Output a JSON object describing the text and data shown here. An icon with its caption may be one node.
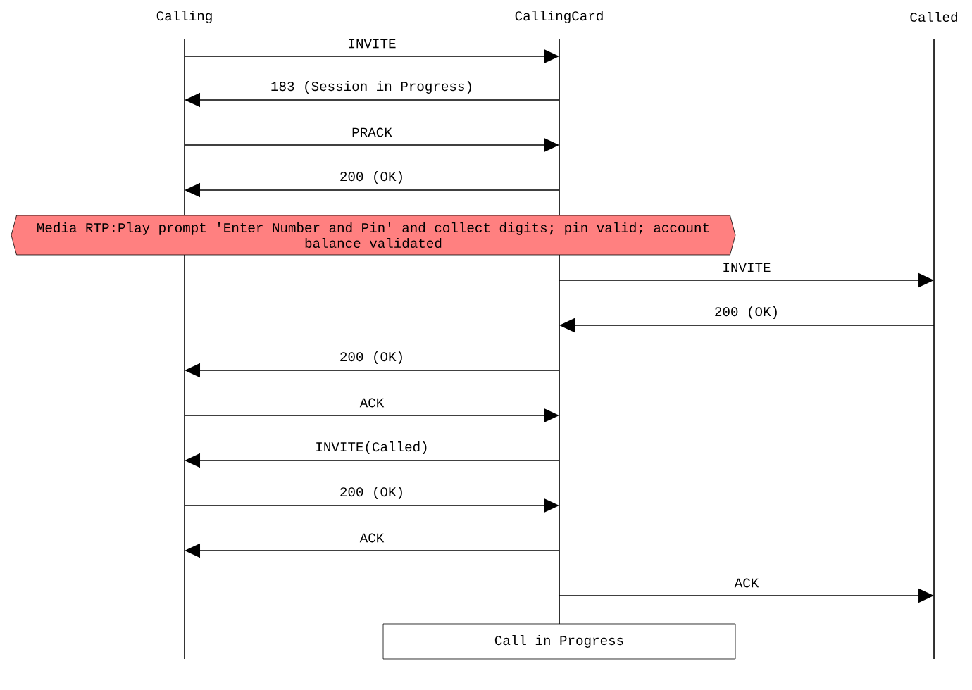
{
  "diagram": {
    "nodes": [
      {
        "text": [
          "Calling"
        ]
      },
      {
        "text": [
          "CallingCard"
        ]
      },
      {
        "text": [
          "Called"
        ]
      },
      {
        "text": [
          "Media RTP:Play prompt 'Enter Number and Pin' and collect digits; pin valid; account balance validated"
        ]
      },
      {
        "text": [
          "Call in Progress"
        ]
      }
    ],
    "edges": [
      {
        "from": 0,
        "to": 1,
        "arrow": "to",
        "label": "INVITE"
      },
      {
        "from": 1,
        "to": 0,
        "arrow": "to",
        "label": "183 (Session in Progress)"
      },
      {
        "from": 0,
        "to": 1,
        "arrow": "to",
        "label": "PRACK"
      },
      {
        "from": 1,
        "to": 0,
        "arrow": "to",
        "label": "200 (OK)"
      },
      {
        "from": 1,
        "to": 2,
        "arrow": "to",
        "label": "INVITE"
      },
      {
        "from": 2,
        "to": 1,
        "arrow": "to",
        "label": "200 (OK)"
      },
      {
        "from": 1,
        "to": 0,
        "arrow": "to",
        "label": "200 (OK)"
      },
      {
        "from": 0,
        "to": 1,
        "arrow": "to",
        "label": "ACK"
      },
      {
        "from": 1,
        "to": 0,
        "arrow": "to",
        "label": "INVITE(Called)"
      },
      {
        "from": 0,
        "to": 1,
        "arrow": "to",
        "label": "200 (OK)"
      },
      {
        "from": 1,
        "to": 0,
        "arrow": "to",
        "label": "ACK"
      },
      {
        "from": 1,
        "to": 2,
        "arrow": "to",
        "label": "ACK"
      }
    ]
  }
}
